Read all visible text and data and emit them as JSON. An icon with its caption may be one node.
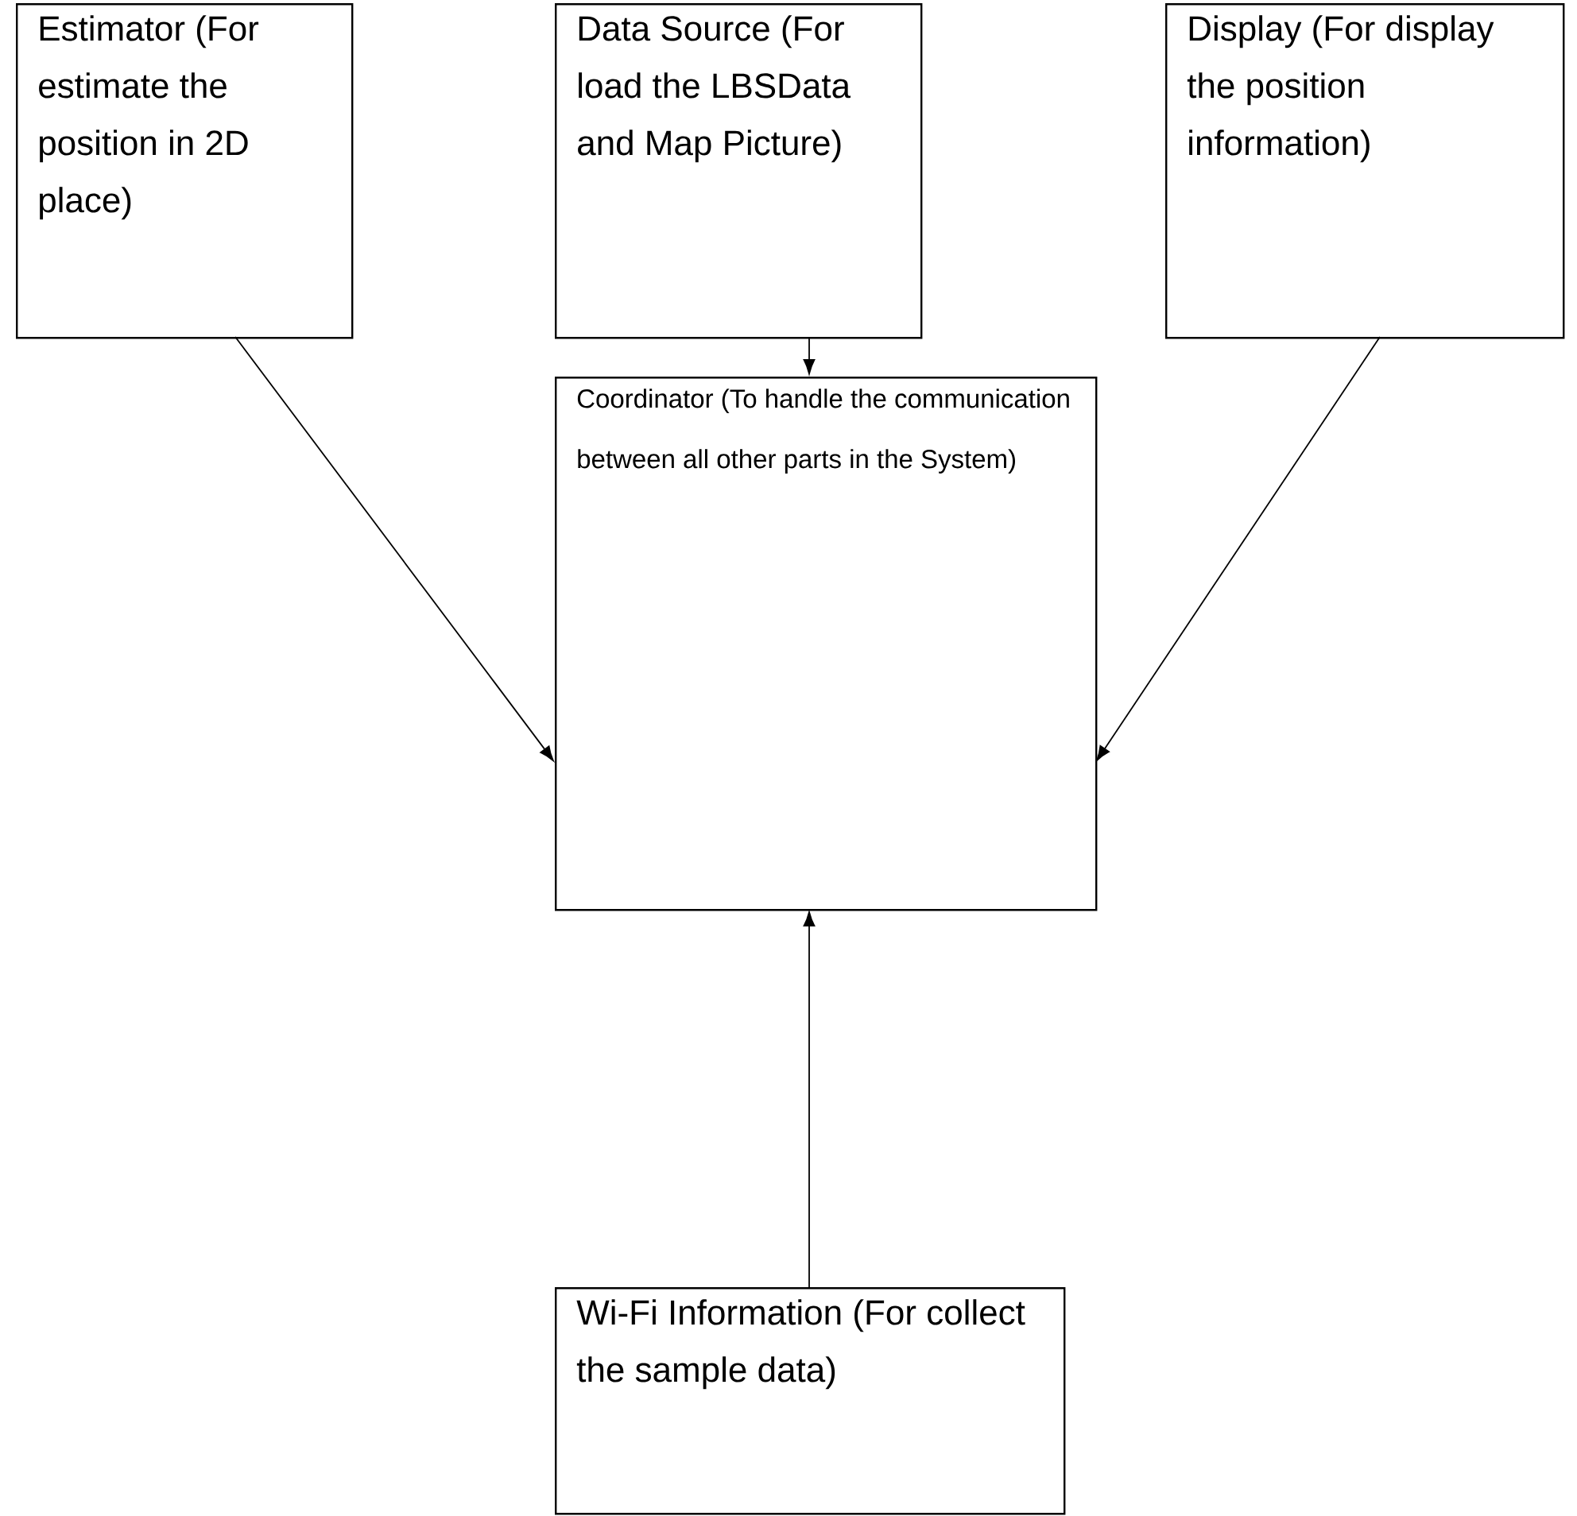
{
  "diagram": {
    "nodes": [
      {
        "text": [
          "Estimator (For estimate the position in 2D place)"
        ]
      },
      {
        "text": [
          "Data Source (For load the LBSData and Map Picture)"
        ]
      },
      {
        "text": [
          "Display (For display the position information)"
        ]
      },
      {
        "text": [
          "Coordinator (To handle the communication between all other parts in the System)"
        ]
      },
      {
        "text": [
          "Wi-Fi Information (For collect the sample data)"
        ]
      }
    ],
    "edges": [
      {
        "from": 0,
        "to": 3,
        "arrow": "to"
      },
      {
        "from": 1,
        "to": 3,
        "arrow": "to"
      },
      {
        "from": 2,
        "to": 3,
        "arrow": "to"
      },
      {
        "from": 4,
        "to": 3,
        "arrow": "to"
      }
    ]
  }
}
